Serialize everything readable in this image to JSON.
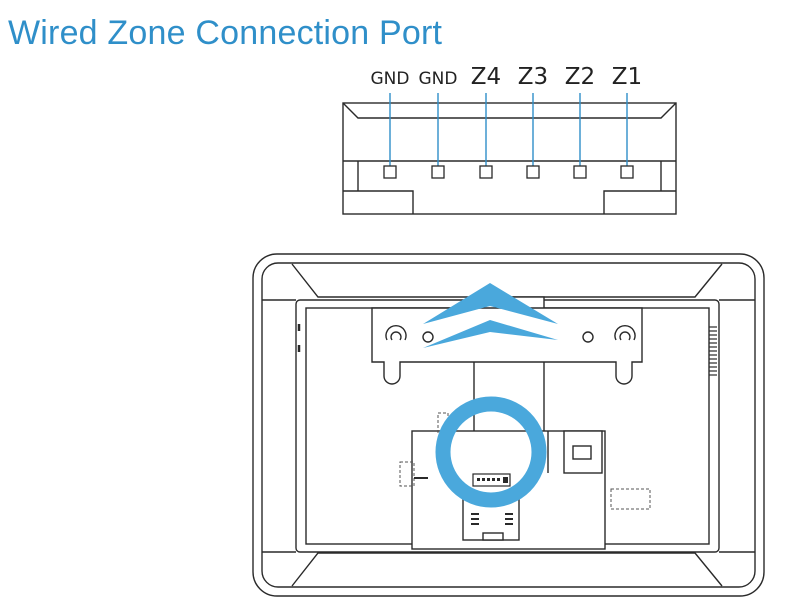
{
  "title": "Wired Zone Connection Port",
  "pins": [
    {
      "label": "GND",
      "type": "gnd"
    },
    {
      "label": "GND",
      "type": "gnd"
    },
    {
      "label": "Z4",
      "type": "zone"
    },
    {
      "label": "Z3",
      "type": "zone"
    },
    {
      "label": "Z2",
      "type": "zone"
    },
    {
      "label": "Z1",
      "type": "zone"
    }
  ],
  "colors": {
    "title": "#2f8fc9",
    "highlight": "#4aa8dc",
    "line": "#2a2a2a"
  }
}
